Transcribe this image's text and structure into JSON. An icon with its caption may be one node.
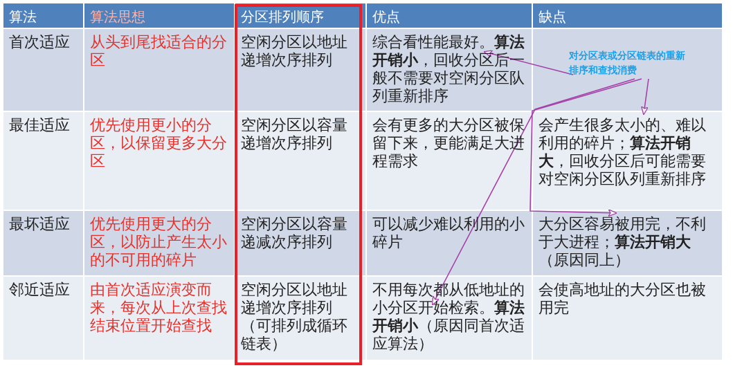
{
  "diagram": {
    "nodes": [
      {
        "text": [
          "对分区表或分区链表的重新排序和查找消费"
        ]
      },
      {
        "text": [
          "综合看性能最好。**算法开销小**，回收分区后一般不需要对空闲分区队列重新排序"
        ]
      },
      {
        "text": [
          "会产生很多太小的、难以利用的碎片；**算法开销大**，回收分区后可能需要对空闲分区队列重新排序"
        ]
      },
      {
        "text": [
          "大分区容易被用完，不利于大进程；**算法开销大**（原因同上）"
        ]
      },
      {
        "text": [
          "不用每次都从低地址的小分区开始检索。**算法开销小**（原因同首次适应算法）"
        ]
      }
    ],
    "edges": [
      {
        "from": 0,
        "to": 1,
        "arrow": "to"
      },
      {
        "from": 0,
        "to": 2,
        "arrow": "to"
      },
      {
        "from": 0,
        "to": 3,
        "arrow": "to"
      },
      {
        "from": 0,
        "to": 4,
        "arrow": "to"
      }
    ],
    "labels": [
      "算法",
      "算法思想",
      "分区排列顺序",
      "优点",
      "缺点",
      "首次适应",
      "从头到尾找适合的分区",
      "空闲分区以地址递增次序排列",
      "最佳适应",
      "优先使用更小的分区，以保留更多大分区",
      "空闲分区以容量递增次序排列",
      "会有更多的大分区被保留下来，更能满足大进程需求",
      "最坏适应",
      "优先使用更大的分区，以防止产生太小的不可用的碎片",
      "空闲分区以容量递减次序排列",
      "可以减少难以利用的小碎片",
      "邻近适应",
      "由首次适应演变而来，每次从上次查找结束位置开始查找",
      "空闲分区以地址递增次序排列（可排列成循环链表）",
      "会使高地址的大分区也被用完"
    ]
  }
}
